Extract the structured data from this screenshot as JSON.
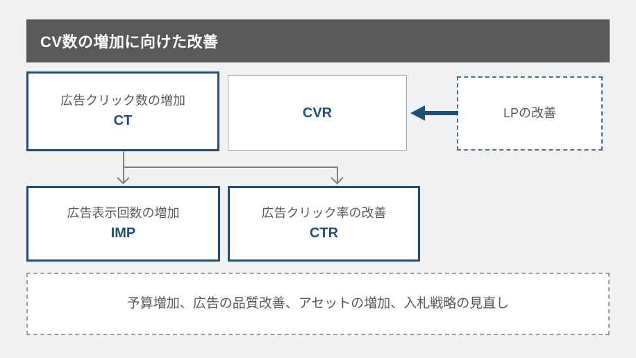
{
  "header": {
    "title": "CV数の増加に向けた改善"
  },
  "diagram": {
    "ct_box": {
      "label": "広告クリック数の増加",
      "metric": "CT"
    },
    "cvr_box": {
      "metric": "CVR"
    },
    "lp_box": {
      "label": "LPの改善"
    },
    "imp_box": {
      "label": "広告表示回数の増加",
      "metric": "IMP"
    },
    "ctr_box": {
      "label": "広告クリック率の改善",
      "metric": "CTR"
    },
    "strategy_box": {
      "label": "予算増加、広告の品質改善、アセットの増加、入札戦略の見直し"
    },
    "icons": {
      "lp_to_cvr": "arrow-left-icon",
      "ct_to_imp": "arrow-down-icon",
      "ct_to_ctr": "arrow-down-icon"
    }
  },
  "colors": {
    "page_bg": "#f0f1f2",
    "header_bg": "#595959",
    "header_text": "#ffffff",
    "accent_blue": "#1f4e79",
    "box_text_gray": "#595959",
    "connector_gray": "#7f7f7f",
    "dashed_blue_border": "#41719c",
    "dashed_gray_border": "#9e9e9e",
    "thin_gray_border": "#a6a6a6",
    "box_bg": "#ffffff"
  }
}
